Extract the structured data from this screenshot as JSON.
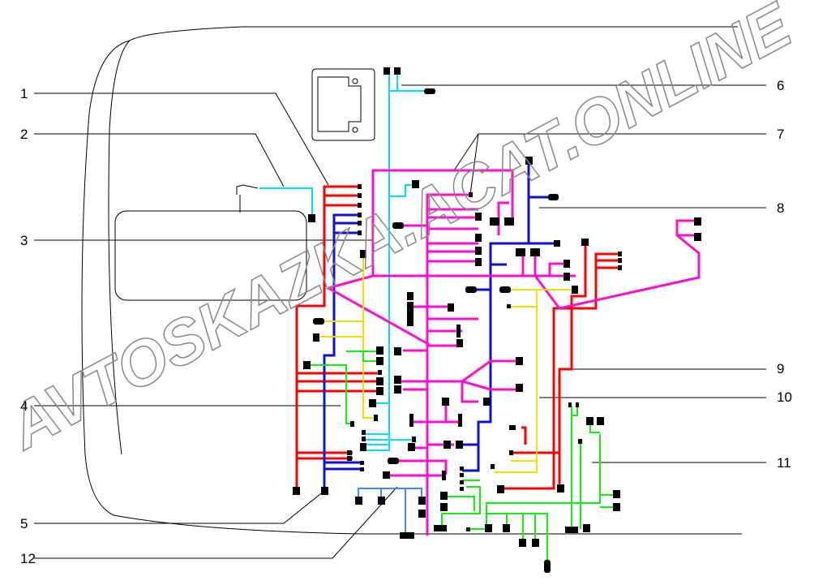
{
  "diagram": {
    "title": "",
    "callouts": [
      "1",
      "2",
      "3",
      "4",
      "5",
      "6",
      "7",
      "8",
      "9",
      "10",
      "11",
      "12"
    ],
    "watermark": "AVTOSKAZKA.ACAT.ONLINE",
    "wire_colors": {
      "red": "#ff0000",
      "blue": "#1010d0",
      "cyan": "#00e0f0",
      "magenta": "#ff10c8",
      "yellow": "#f0e000",
      "green": "#10f010",
      "light_blue": "#3a8cff"
    }
  }
}
